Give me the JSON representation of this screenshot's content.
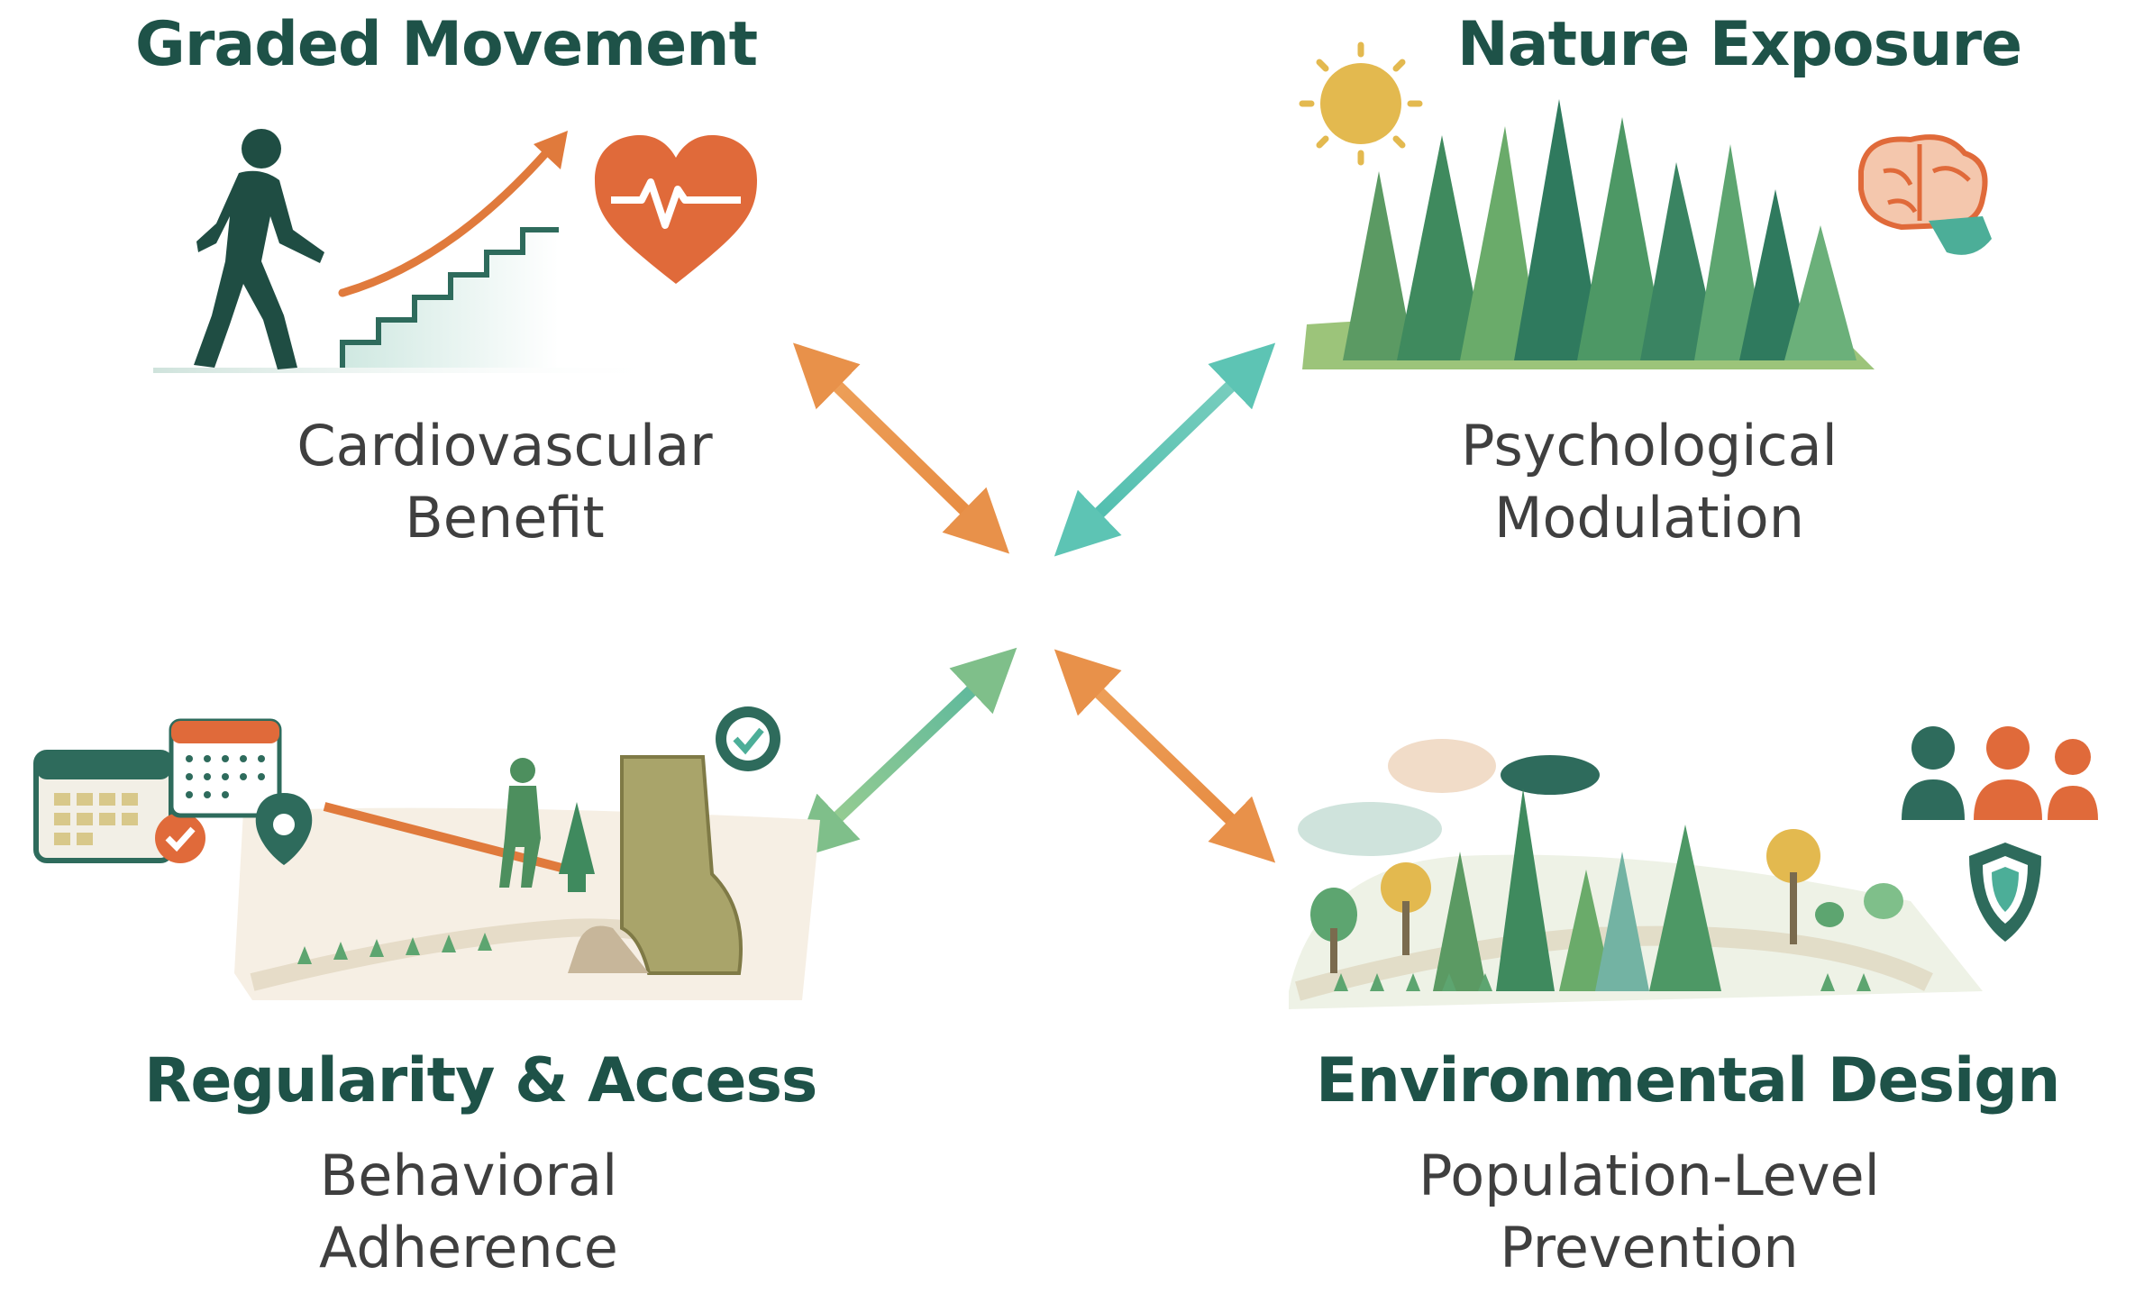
{
  "nodes": [
    {
      "id": "graded-movement",
      "title": "Graded Movement",
      "outcome": [
        "Cardiovascular",
        "Benefit"
      ]
    },
    {
      "id": "nature-exposure",
      "title": "Nature Exposure",
      "outcome": [
        "Psychological",
        "Modulation"
      ]
    },
    {
      "id": "regularity-access",
      "title": "Regularity & Access",
      "outcome": [
        "Behavioral",
        "Adherence"
      ]
    },
    {
      "id": "environmental-design",
      "title": "Environmental Design",
      "outcome": [
        "Population-Level",
        "Prevention"
      ]
    }
  ],
  "icons": {
    "graded-movement": [
      "walking-person-icon",
      "stairs-icon",
      "upward-arrow-icon",
      "heart-pulse-icon"
    ],
    "nature-exposure": [
      "sun-icon",
      "forest-icon",
      "brain-icon"
    ],
    "regularity-access": [
      "calendar-icon",
      "location-pin-icon",
      "check-badge-icon",
      "hiker-icon",
      "boot-icon"
    ],
    "environmental-design": [
      "park-landscape-icon",
      "cloud-icon",
      "people-group-icon",
      "shield-icon"
    ]
  },
  "colors": {
    "title": "#1e5248",
    "outcome_text": "#3f3f3f",
    "orange": "#e8914a",
    "teal": "#5dc4b4",
    "green": "#7fbf8a",
    "dark_green": "#2e6b5c"
  },
  "connectors": [
    {
      "from": "graded-movement",
      "to": "center",
      "color": "orange"
    },
    {
      "from": "nature-exposure",
      "to": "center",
      "color": "teal"
    },
    {
      "from": "regularity-access",
      "to": "center",
      "color": "green"
    },
    {
      "from": "environmental-design",
      "to": "center",
      "color": "orange"
    }
  ]
}
